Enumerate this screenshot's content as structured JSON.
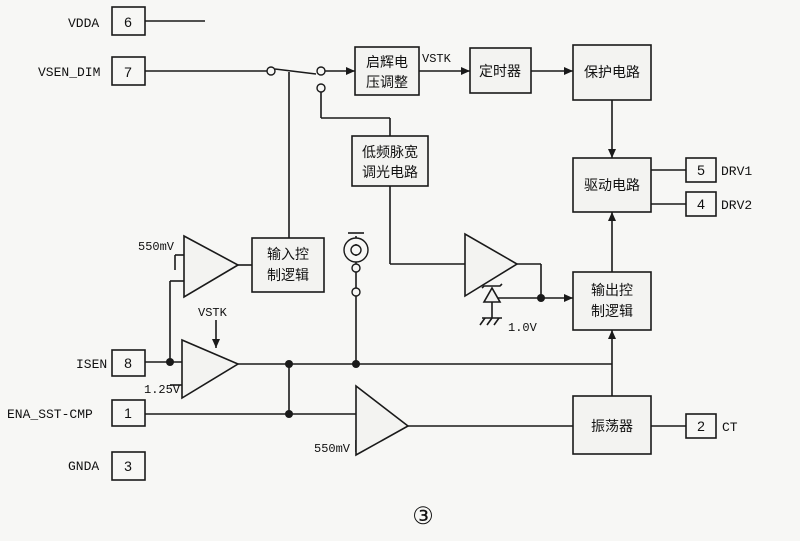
{
  "pins": {
    "vdda": {
      "name": "VDDA",
      "num": "6"
    },
    "vsen_dim": {
      "name": "VSEN_DIM",
      "num": "7"
    },
    "isen": {
      "name": "ISEN",
      "num": "8"
    },
    "ena": {
      "name": "ENA_SST-CMP",
      "num": "1"
    },
    "gnda": {
      "name": "GNDA",
      "num": "3"
    },
    "drv1": {
      "name": "DRV1",
      "num": "5"
    },
    "drv2": {
      "name": "DRV2",
      "num": "4"
    },
    "ct": {
      "name": "CT",
      "num": "2"
    }
  },
  "blocks": {
    "startup_l1": "启辉电",
    "startup_l2": "压调整",
    "timer": "定时器",
    "protect": "保护电路",
    "pwm_l1": "低频脉宽",
    "pwm_l2": "调光电路",
    "drive": "驱动电路",
    "input_l1": "输入控",
    "input_l2": "制逻辑",
    "output_l1": "输出控",
    "output_l2": "制逻辑",
    "osc": "振荡器"
  },
  "labels": {
    "vstk_top": "VSTK",
    "vstk_amp": "VSTK",
    "v550_top": "550mV",
    "v125": "1.25V",
    "v550_bot": "550mV",
    "v10": "1.0V"
  },
  "caption": "③"
}
